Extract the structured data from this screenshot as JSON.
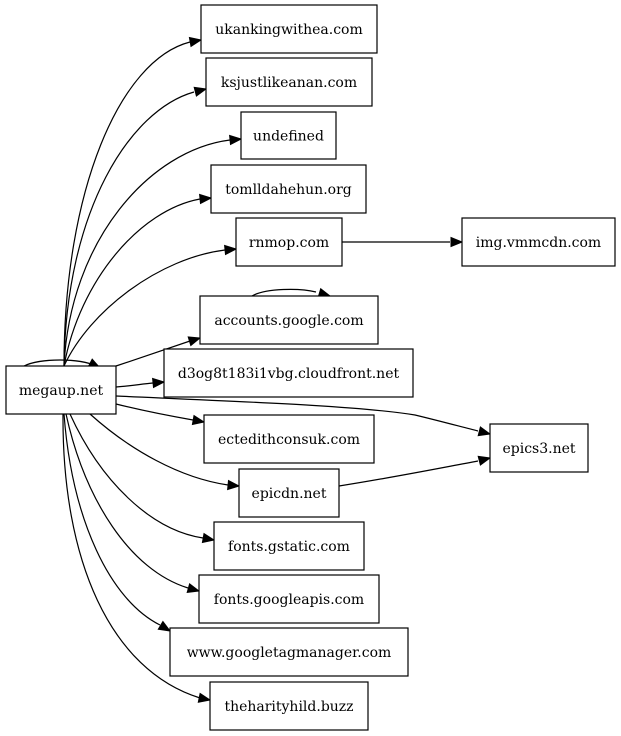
{
  "graph": {
    "nodes": [
      {
        "id": "megaup",
        "label": "megaup.net"
      },
      {
        "id": "ukanking",
        "label": "ukankingwithea.com"
      },
      {
        "id": "ksjust",
        "label": "ksjustlikeanan.com"
      },
      {
        "id": "undefined",
        "label": "undefined"
      },
      {
        "id": "tomlld",
        "label": "tomlldahehun.org"
      },
      {
        "id": "rnmop",
        "label": "rnmop.com"
      },
      {
        "id": "imgvmm",
        "label": "img.vmmcdn.com"
      },
      {
        "id": "accounts",
        "label": "accounts.google.com"
      },
      {
        "id": "d3og",
        "label": "d3og8t183i1vbg.cloudfront.net"
      },
      {
        "id": "ectedith",
        "label": "ectedithconsuk.com"
      },
      {
        "id": "epics3",
        "label": "epics3.net"
      },
      {
        "id": "epicdn",
        "label": "epicdn.net"
      },
      {
        "id": "gstatic",
        "label": "fonts.gstatic.com"
      },
      {
        "id": "googleapis",
        "label": "fonts.googleapis.com"
      },
      {
        "id": "gtm",
        "label": "www.googletagmanager.com"
      },
      {
        "id": "theharity",
        "label": "theharityhild.buzz"
      }
    ],
    "edges": [
      {
        "from": "megaup",
        "to": "megaup"
      },
      {
        "from": "megaup",
        "to": "ukanking"
      },
      {
        "from": "megaup",
        "to": "ksjust"
      },
      {
        "from": "megaup",
        "to": "undefined"
      },
      {
        "from": "megaup",
        "to": "tomlld"
      },
      {
        "from": "megaup",
        "to": "rnmop"
      },
      {
        "from": "megaup",
        "to": "accounts"
      },
      {
        "from": "megaup",
        "to": "d3og"
      },
      {
        "from": "megaup",
        "to": "ectedith"
      },
      {
        "from": "megaup",
        "to": "epics3"
      },
      {
        "from": "megaup",
        "to": "epicdn"
      },
      {
        "from": "megaup",
        "to": "gstatic"
      },
      {
        "from": "megaup",
        "to": "googleapis"
      },
      {
        "from": "megaup",
        "to": "gtm"
      },
      {
        "from": "megaup",
        "to": "theharity"
      },
      {
        "from": "rnmop",
        "to": "imgvmm"
      },
      {
        "from": "accounts",
        "to": "accounts"
      },
      {
        "from": "epicdn",
        "to": "epics3"
      }
    ]
  }
}
